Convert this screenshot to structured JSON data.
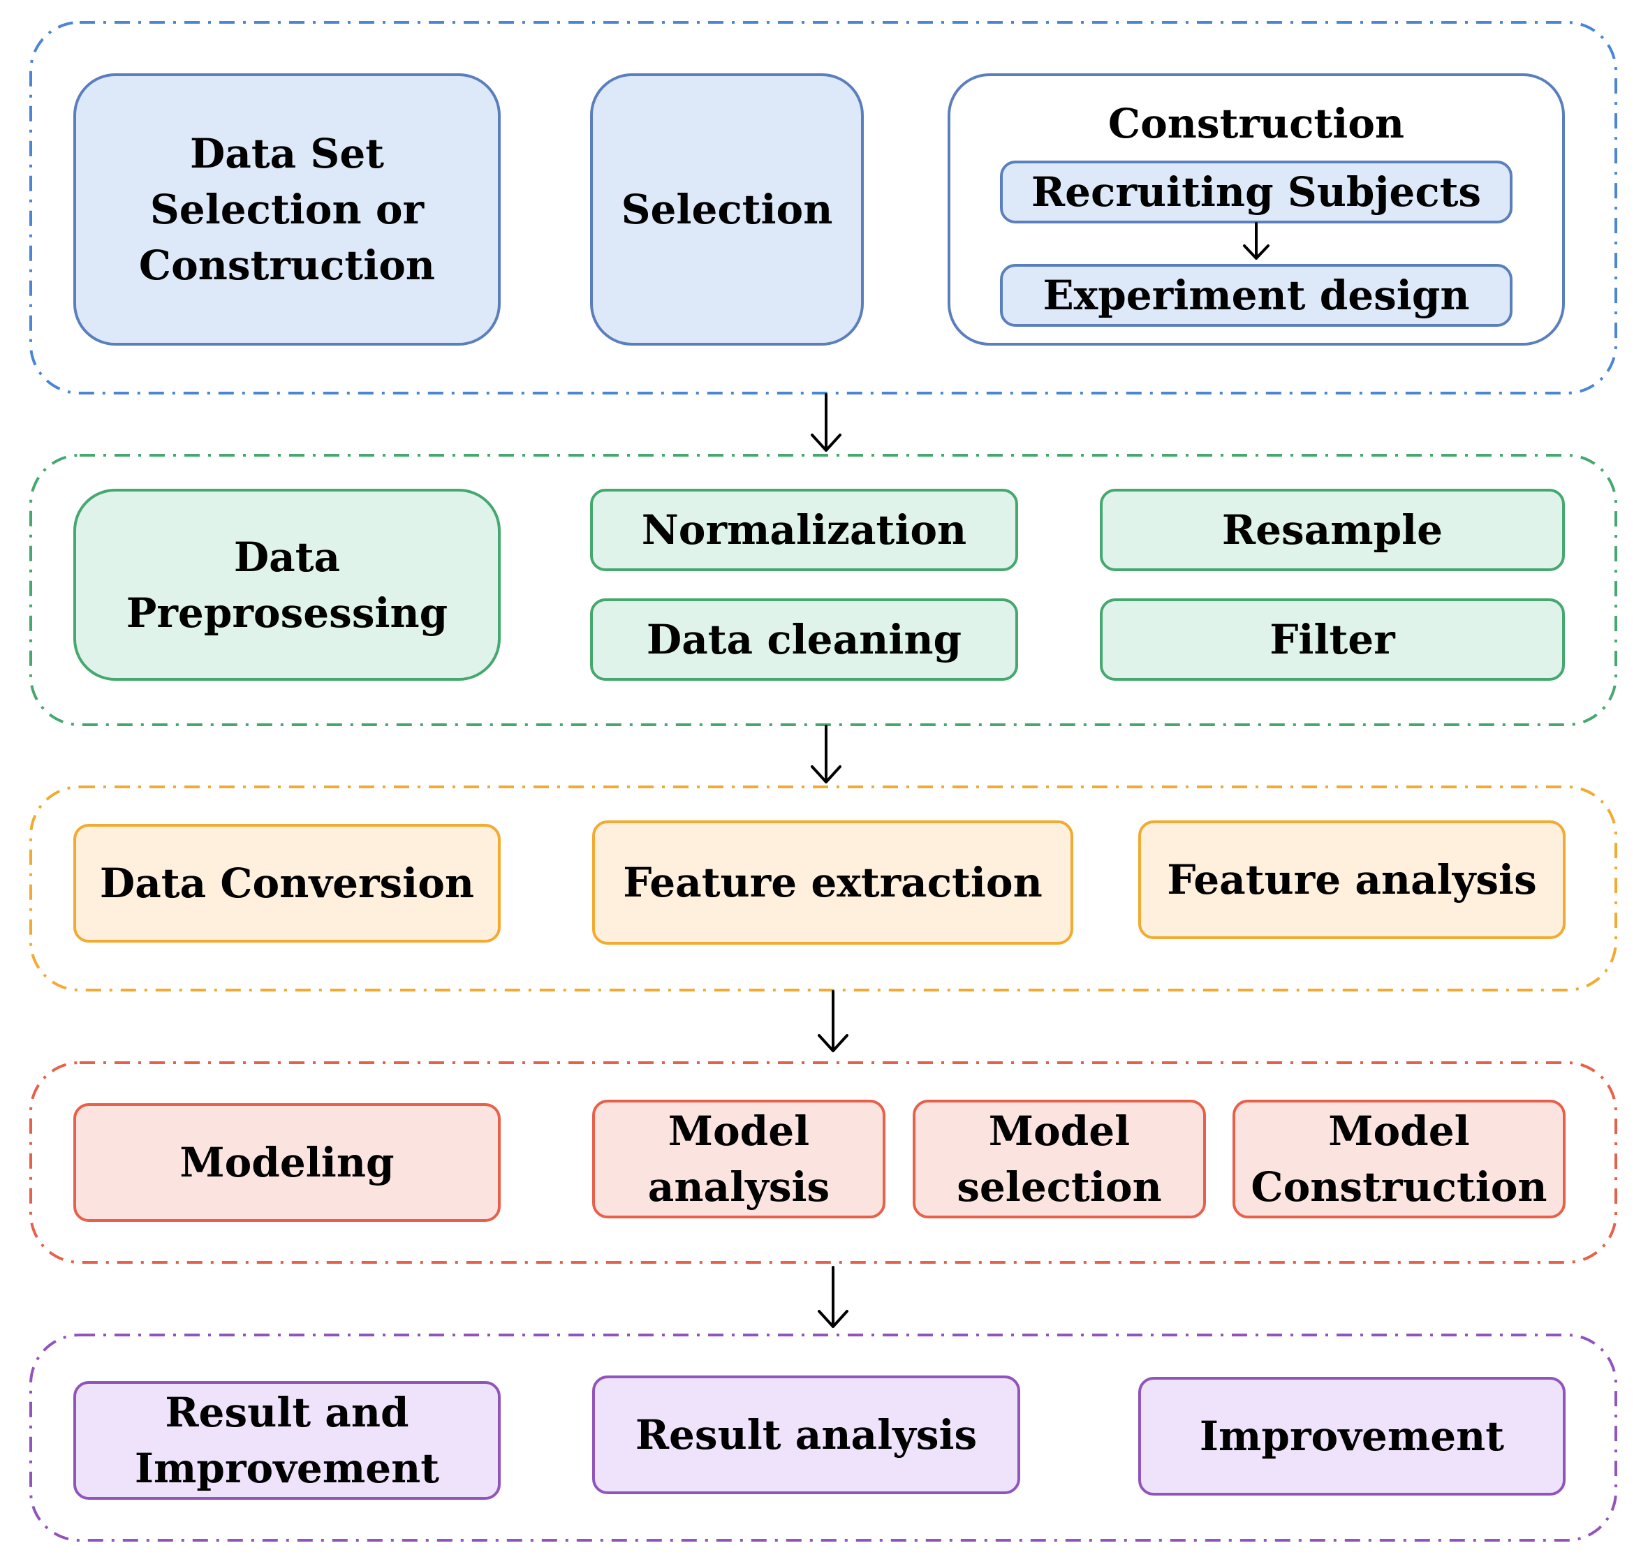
{
  "colors": {
    "blue_border": "#5b7fbd",
    "blue_fill": "#dde9f9",
    "green_border": "#45a86f",
    "green_fill": "#dff3ea",
    "orange_border": "#f2aa30",
    "orange_fill": "#fef0dd",
    "red_border": "#e8604a",
    "red_fill": "#fbe4e0",
    "purple_border": "#9055bd",
    "purple_fill": "#efe3fb"
  },
  "stage1": {
    "main": "Data Set\nSelection or\nConstruction",
    "selection": "Selection",
    "construction_title": "Construction",
    "recruiting": "Recruiting Subjects",
    "experiment": "Experiment design"
  },
  "stage2": {
    "main": "Data\nPreprosessing",
    "normalization": "Normalization",
    "resample": "Resample",
    "cleaning": "Data cleaning",
    "filter": "Filter"
  },
  "stage3": {
    "main": "Data Conversion",
    "extraction": "Feature extraction",
    "analysis": "Feature analysis"
  },
  "stage4": {
    "main": "Modeling",
    "analysis": "Model\nanalysis",
    "selection": "Model\nselection",
    "construction": "Model\nConstruction"
  },
  "stage5": {
    "main": "Result and\nImprovement",
    "analysis": "Result analysis",
    "improvement": "Improvement"
  }
}
